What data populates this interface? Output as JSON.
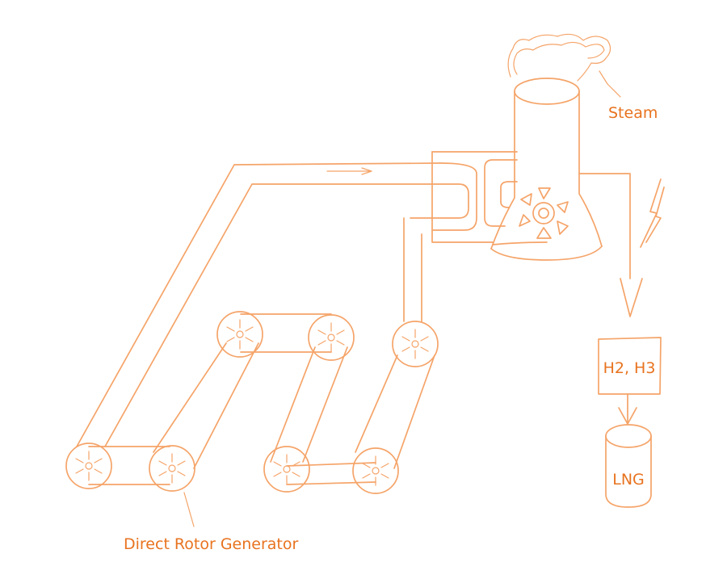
{
  "labels": {
    "steam": "Steam",
    "h2_h3": "H2, H3",
    "lng": "LNG",
    "generator": "Direct Rotor Generator"
  },
  "colors": {
    "line": "#f5a469",
    "text": "#e8731f"
  },
  "icons": [
    "cooling-tower-icon",
    "steam-cloud-icon",
    "lightning-icon",
    "rotor-icon",
    "tank-icon",
    "gear-icon"
  ]
}
